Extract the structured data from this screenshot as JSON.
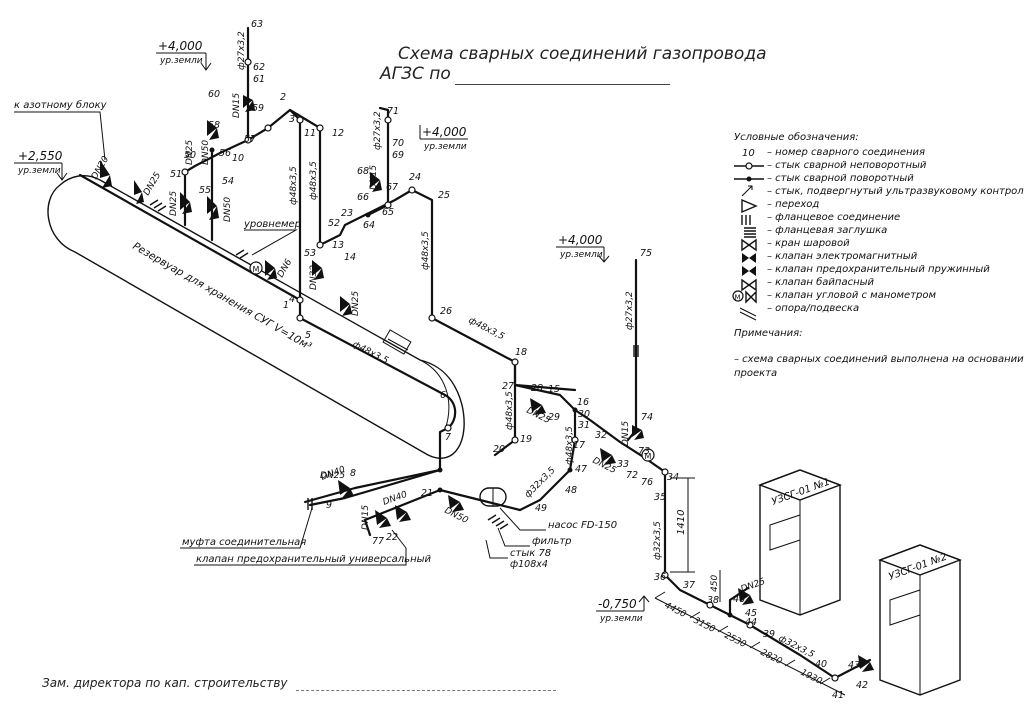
{
  "title": {
    "line1": "Схема сварных соединений газопровода",
    "line2": "АГЗС по"
  },
  "footer": {
    "signature_text": "Зам. директора по кап. строительству"
  },
  "legend": {
    "heading": "Условные обозначения:",
    "items": [
      {
        "symbol": "10",
        "text": "– номер сварного соединения"
      },
      {
        "symbol": "stop-circle",
        "text": "– стык сварной неповоротный"
      },
      {
        "symbol": "dot",
        "text": "– стык сварной поворотный"
      },
      {
        "symbol": "ultrasonic-mark",
        "text": "– стык, подвергнутый ультразвуковому контролю"
      },
      {
        "symbol": "reducer",
        "text": "– переход"
      },
      {
        "symbol": "flange",
        "text": "– фланцевое соединение"
      },
      {
        "symbol": "flange-plug",
        "text": "– фланцевая заглушка"
      },
      {
        "symbol": "ball-valve",
        "text": "– кран шаровой"
      },
      {
        "symbol": "solenoid-valve",
        "text": "– клапан электромагнитный"
      },
      {
        "symbol": "relief-valve",
        "text": "– клапан предохранительный пружинный"
      },
      {
        "symbol": "bypass-valve",
        "text": "– клапан байпасный"
      },
      {
        "symbol": "angle-valve-gauge",
        "text": "– клапан угловой с манометром"
      },
      {
        "symbol": "support",
        "text": "– опора/подвеска"
      }
    ],
    "notes_heading": "Примечания:",
    "note_line1": "– схема сварных соединений выполнена на основании",
    "note_line2": "проекта"
  },
  "elevations": [
    {
      "value": "+4,000",
      "ground": "ур.земли"
    },
    {
      "value": "+2,550",
      "ground": "ур.земли"
    },
    {
      "value": "+4,000",
      "ground": "ур.земли"
    },
    {
      "value": "+4,000",
      "ground": "ур.земли"
    },
    {
      "value": "-0,750",
      "ground": "ур.земли"
    }
  ],
  "labels": {
    "to_nitrogen": "к азотному блоку",
    "level_gauge": "уровнемер",
    "tank": "Резервуар для хранения СУГ V=10м³",
    "coupling": "муфта соединительная",
    "universal_valve": "клапан предохранительный универсальный",
    "pump": "насос FD-150",
    "filter": "фильтр",
    "joint78": "стык 78",
    "pipe108": "ф108х4",
    "uzsg1": "УЗСГ-01 №1",
    "uzsg2": "УЗСГ-01 №2"
  },
  "pipe_labels": [
    {
      "id": "p1",
      "text": "ф27х3,2"
    },
    {
      "id": "p2",
      "text": "ф27х3,2"
    },
    {
      "id": "p3",
      "text": "ф27х3,2"
    },
    {
      "id": "p4",
      "text": "ф48х3,5"
    },
    {
      "id": "p5",
      "text": "ф48х3,5"
    },
    {
      "id": "p6",
      "text": "ф48х3,5"
    },
    {
      "id": "p7",
      "text": "ф48х3,5"
    },
    {
      "id": "p8",
      "text": "ф48х3,5"
    },
    {
      "id": "p9",
      "text": "ф48х3,5"
    },
    {
      "id": "p10",
      "text": "ф48х3,5"
    },
    {
      "id": "p11",
      "text": "ф32х3,5"
    },
    {
      "id": "p12",
      "text": "ф32х3,5"
    },
    {
      "id": "p13",
      "text": "ф32х3,5"
    }
  ],
  "dn_labels": [
    "DN20",
    "DN25",
    "DN25",
    "DN50",
    "DN25",
    "DN50",
    "DN15",
    "DN6",
    "DN32",
    "DN25",
    "DN15",
    "DN25",
    "DN40",
    "DN15",
    "DN40",
    "DN50",
    "DN25",
    "DN15",
    "DN25",
    "DN25"
  ],
  "dimensions": [
    "1410",
    "450",
    "4450",
    "3150",
    "2530",
    "2820",
    "1930"
  ],
  "joints": [
    "1",
    "2",
    "3",
    "4",
    "5",
    "6",
    "7",
    "8",
    "9",
    "10",
    "11",
    "12",
    "13",
    "14",
    "15",
    "16",
    "17",
    "18",
    "19",
    "20",
    "21",
    "22",
    "23",
    "24",
    "25",
    "26",
    "27",
    "28",
    "29",
    "30",
    "31",
    "32",
    "33",
    "34",
    "35",
    "36",
    "37",
    "38",
    "39",
    "40",
    "41",
    "42",
    "43",
    "44",
    "45",
    "46",
    "47",
    "48",
    "49",
    "50",
    "51",
    "52",
    "53",
    "54",
    "55",
    "56",
    "57",
    "58",
    "59",
    "60",
    "61",
    "62",
    "63",
    "64",
    "65",
    "66",
    "67",
    "68",
    "69",
    "70",
    "71",
    "72",
    "73",
    "74",
    "75",
    "76",
    "77"
  ]
}
